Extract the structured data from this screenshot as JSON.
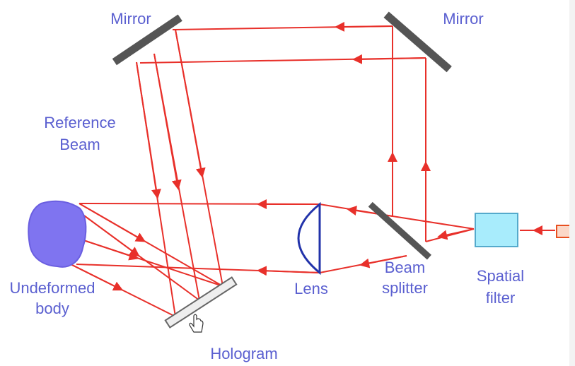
{
  "labels": {
    "mirror_left": "Mirror",
    "mirror_right": "Mirror",
    "reference_beam_line1": "Reference",
    "reference_beam_line2": "Beam",
    "undeformed_body_line1": "Undeformed",
    "undeformed_body_line2": "body",
    "lens": "Lens",
    "beam_splitter_line1": "Beam",
    "beam_splitter_line2": "splitter",
    "spatial_filter_line1": "Spatial",
    "spatial_filter_line2": "filter",
    "hologram": "Hologram"
  },
  "colors": {
    "beam": "#e8302a",
    "label_text": "#5a5fd0",
    "mirror": "#555555",
    "object_fill": "#7f74f0",
    "lens_stroke": "#2233aa",
    "filter_fill": "#a8ecfc",
    "filter_stroke": "#55aacc",
    "laser_stroke": "#e85020",
    "laser_fill": "#fbd8c8"
  },
  "icons": [
    "mirror-icon",
    "beam-splitter-icon",
    "lens-icon",
    "spatial-filter-icon",
    "hologram-plate-icon",
    "laser-source-icon",
    "hand-cursor-icon"
  ]
}
